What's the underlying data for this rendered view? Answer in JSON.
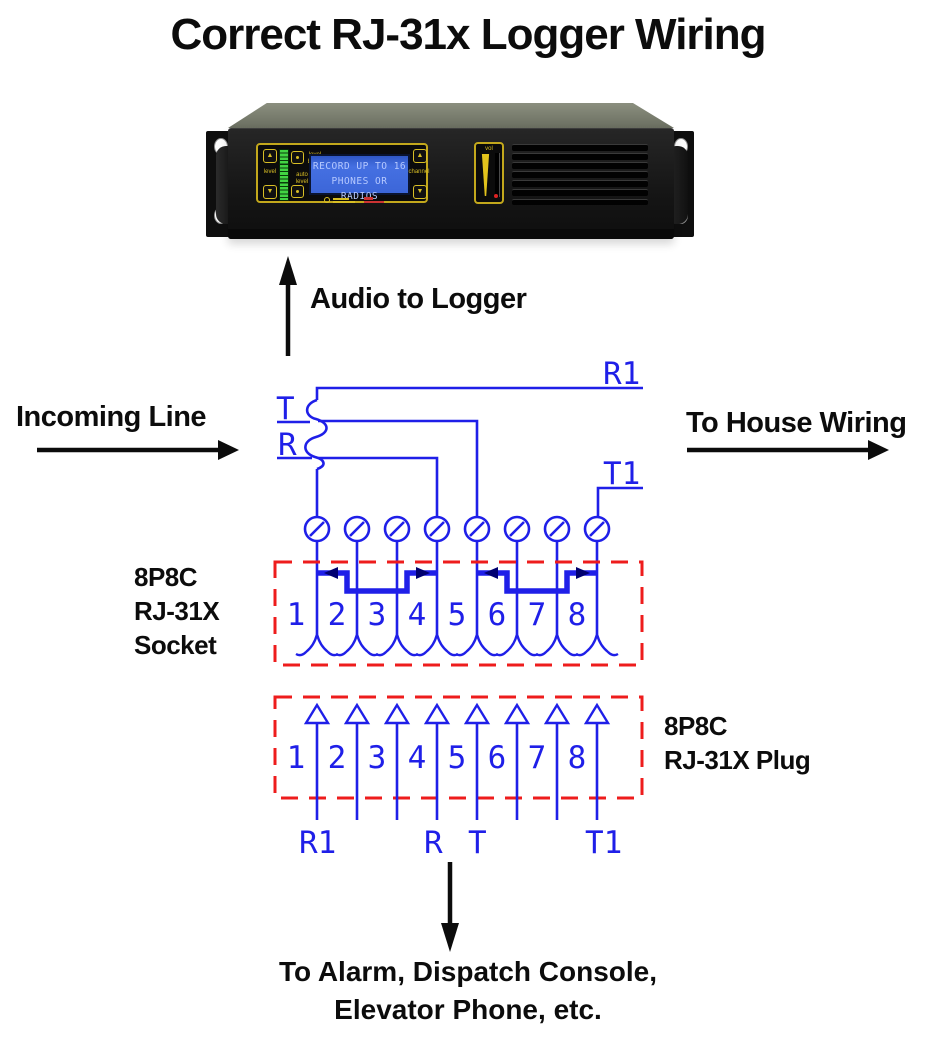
{
  "title": "Correct RJ-31x Logger Wiring",
  "device": {
    "lcd": {
      "line1": "RECORD UP TO 16",
      "line2": "PHONES OR RADIOS"
    },
    "labels": {
      "level": "level",
      "level_boost": "level boost",
      "auto_level": "auto level",
      "channel": "channel",
      "vol": "vol"
    }
  },
  "annotations": {
    "audio_to_logger": "Audio to Logger",
    "incoming_line": "Incoming Line",
    "to_house_wiring": "To House Wiring",
    "socket_label": [
      "8P8C",
      "RJ-31X",
      "Socket"
    ],
    "plug_label": [
      "8P8C",
      "RJ-31X Plug"
    ],
    "bottom_line1": "To Alarm, Dispatch Console,",
    "bottom_line2": "Elevator Phone, etc."
  },
  "diagram": {
    "pin_numbers": [
      "1",
      "2",
      "3",
      "4",
      "5",
      "6",
      "7",
      "8"
    ],
    "top_labels": {
      "t": "T",
      "r": "R",
      "r1": "R1",
      "t1": "T1"
    },
    "bottom_labels": {
      "r1": "R1",
      "r": "R",
      "t": "T",
      "t1": "T1"
    },
    "colors": {
      "wire_blue": "#1f1fe8",
      "boundary_red": "#ee1c1c",
      "arrow_black": "#0c0c0c"
    }
  }
}
